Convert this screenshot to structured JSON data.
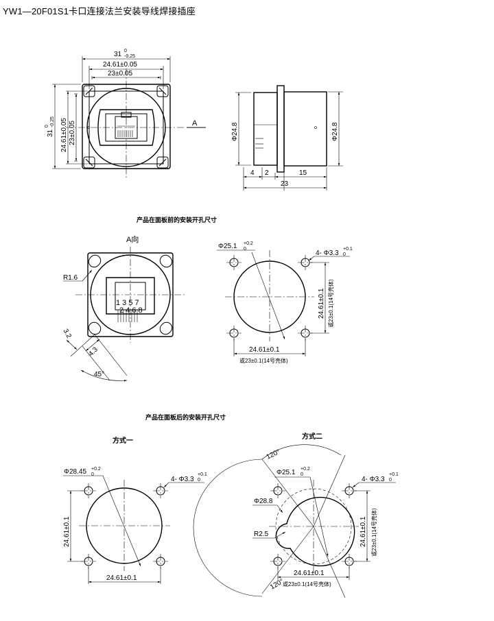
{
  "title": "YW1—20F01S1卡口连接法兰安装导线焊接插座",
  "top_view": {
    "dims": {
      "outer": "31",
      "outer_tol_upper": "0",
      "outer_tol_lower": "-0.25",
      "mid": "24.61±0.05",
      "inner": "23±0.05"
    }
  },
  "side_view": {
    "section_label": "A",
    "left_diameter": "Φ24.8",
    "right_diameter": "Φ24.8",
    "dims": [
      "4",
      "2",
      "15",
      "23"
    ]
  },
  "section1": {
    "title": "产品在面板前的安装开孔尺寸"
  },
  "a_view": {
    "label": "A向",
    "radius": "R1.6",
    "pins_top": "1 3 5 7",
    "pins_bottom": "2 4 6 8",
    "dim_a": "3.2",
    "dim_b": "4.3",
    "angle": "45°"
  },
  "front_cutout": {
    "diameter": "Φ25.1",
    "diameter_tol_upper": "+0.2",
    "diameter_tol_lower": "0",
    "holes": "4- Φ3.3",
    "holes_tol_upper": "+0.1",
    "holes_tol_lower": "0",
    "spacing": "24.61±0.1",
    "alt_spacing": "或23±0.1(14号壳体)"
  },
  "section2": {
    "title": "产品在面板后的安装开孔尺寸"
  },
  "method1": {
    "title": "方式一",
    "diameter": "Φ28.45",
    "diameter_tol_upper": "+0.2",
    "diameter_tol_lower": "0",
    "holes": "4- Φ3.3",
    "holes_tol_upper": "+0.1",
    "holes_tol_lower": "0",
    "spacing": "24.61±0.1"
  },
  "method2": {
    "title": "方式二",
    "angle": "120°",
    "diameter": "Φ25.1",
    "diameter_tol_upper": "+0.2",
    "diameter_tol_lower": "0",
    "holes": "4- Φ3.3",
    "holes_tol_upper": "+0.1",
    "holes_tol_lower": "0",
    "outer_diameter": "Φ28.8",
    "radius": "R2.5",
    "spacing": "24.61±0.1",
    "alt_spacing": "或23±0.1(14号壳体)"
  }
}
